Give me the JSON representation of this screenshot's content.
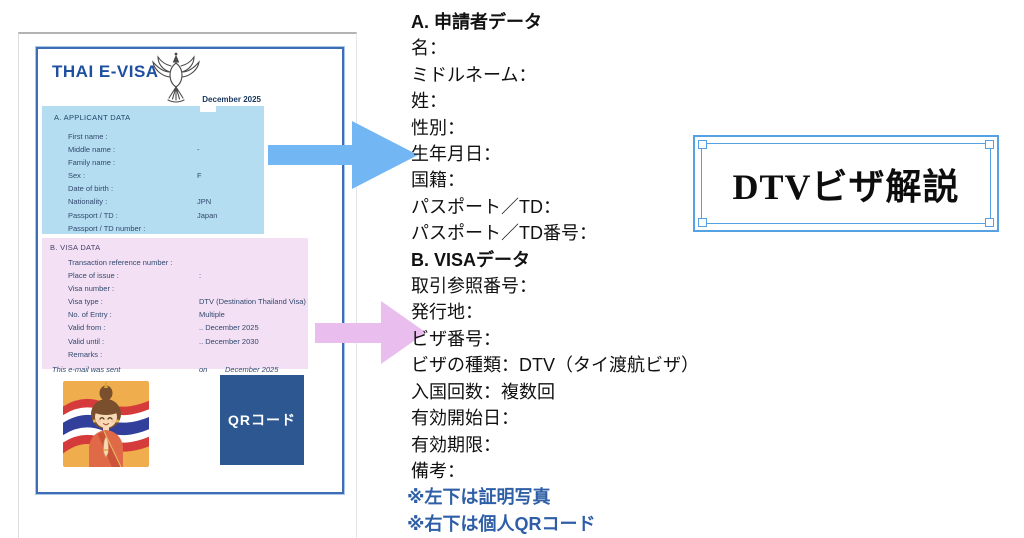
{
  "doc": {
    "title": "THAI E-VISA",
    "date": "December 2025",
    "applicant": {
      "heading": "A. APPLICANT DATA",
      "fields": [
        {
          "label": "First name :",
          "value": ""
        },
        {
          "label": "Middle name :",
          "value": "-"
        },
        {
          "label": "Family name :",
          "value": ""
        },
        {
          "label": "Sex :",
          "value": "F"
        },
        {
          "label": "Date of birth :",
          "value": ""
        },
        {
          "label": "Nationality :",
          "value": "JPN"
        },
        {
          "label": "Passport / TD :",
          "value": "Japan"
        },
        {
          "label": "Passport / TD number :",
          "value": ""
        }
      ]
    },
    "visa": {
      "heading": "B. VISA DATA",
      "fields": [
        {
          "label": "Transaction reference number :",
          "value": ""
        },
        {
          "label": "Place of issue :",
          "value": ":"
        },
        {
          "label": "Visa number :",
          "value": ""
        },
        {
          "label": "Visa type :",
          "value": "DTV (Destination Thailand Visa)"
        },
        {
          "label": "No. of Entry :",
          "value": "Multiple"
        },
        {
          "label": "Valid from :",
          "value": ".. December 2025"
        },
        {
          "label": "Valid until :",
          "value": ".. December 2030"
        },
        {
          "label": "Remarks :",
          "value": ""
        }
      ],
      "footer": {
        "sent": "This e-mail was sent",
        "on": "on",
        "date": "December 2025"
      }
    },
    "qr_label": "QRコード"
  },
  "translation": {
    "lines": [
      {
        "text": "A. 申請者データ"
      },
      {
        "text": "名："
      },
      {
        "text": "ミドルネーム："
      },
      {
        "text": "姓："
      },
      {
        "text": "性別："
      },
      {
        "text": "生年月日："
      },
      {
        "text": "国籍："
      },
      {
        "text": "パスポート／TD："
      },
      {
        "text": "パスポート／TD番号："
      },
      {
        "text": "B. VISAデータ"
      },
      {
        "text": "取引参照番号："
      },
      {
        "text": "発行地："
      },
      {
        "text": "ビザ番号："
      },
      {
        "text": "ビザの種類：DTV（タイ渡航ビザ）"
      },
      {
        "text": "入国回数：複数回"
      },
      {
        "text": "有効開始日："
      },
      {
        "text": "有効期限："
      },
      {
        "text": "備考："
      },
      {
        "text": "※左下は証明写真"
      },
      {
        "text": "※右下は個人QRコード"
      }
    ]
  },
  "title_box": {
    "text": "DTVビザ解説"
  },
  "colors": {
    "arrow_blue": "#72b6f3",
    "arrow_pink": "#e9bdee",
    "doc_border": "#3e6cb5",
    "frame_blue": "#54a1e4",
    "qr_bg": "#2c5791",
    "applicant_bg": "#b5ddf1",
    "visa_bg": "#f3e0f4",
    "note_blue": "#2e5fa6"
  }
}
